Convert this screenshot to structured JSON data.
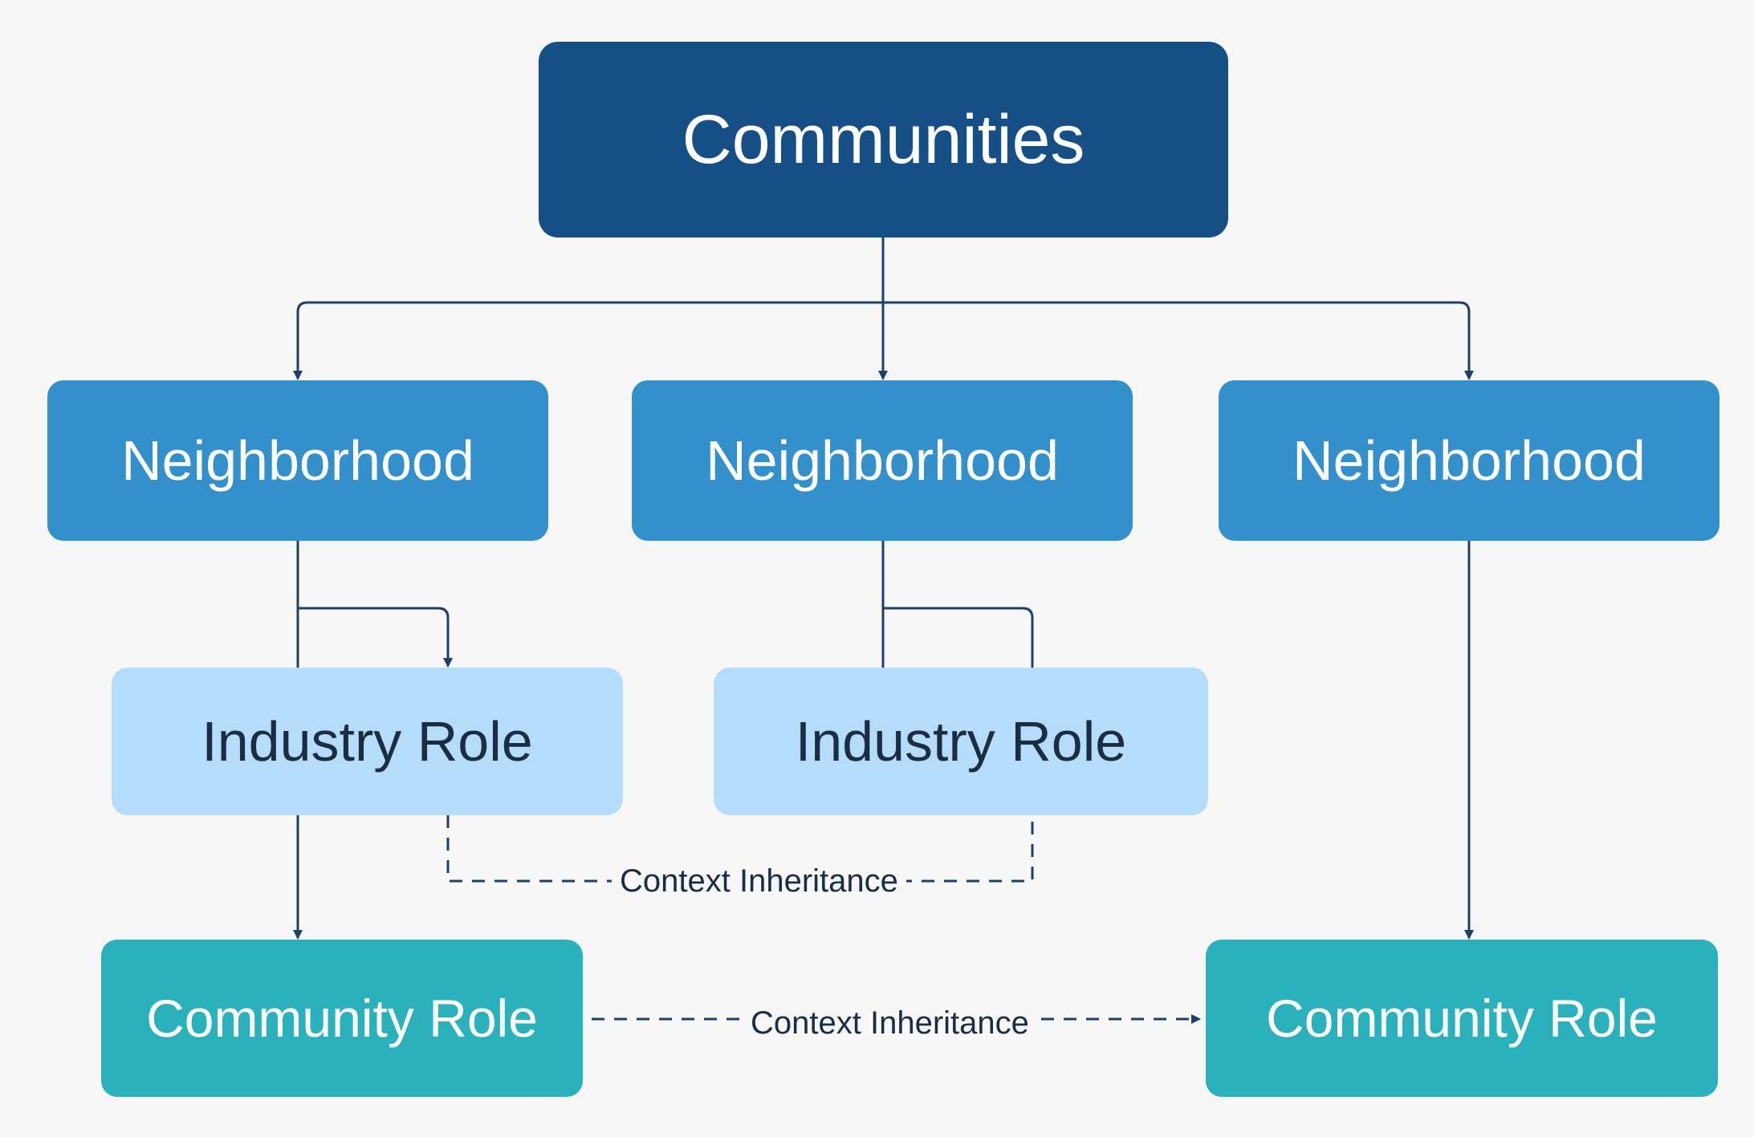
{
  "diagram": {
    "root": {
      "label": "Communities"
    },
    "neighborhoods": [
      {
        "label": "Neighborhood"
      },
      {
        "label": "Neighborhood"
      },
      {
        "label": "Neighborhood"
      }
    ],
    "industry_roles": [
      {
        "label": "Industry Role"
      },
      {
        "label": "Industry Role"
      }
    ],
    "community_roles": [
      {
        "label": "Community Role"
      },
      {
        "label": "Community Role"
      }
    ],
    "edge_labels": {
      "industry_inheritance": "Context Inheritance",
      "community_inheritance": "Context Inheritance"
    }
  },
  "colors": {
    "background": "#f7f7f7",
    "root_fill": "#164f86",
    "neighborhood_fill": "#3390cb",
    "industry_fill": "#b6dcfb",
    "community_fill": "#2bb1bb",
    "connector": "#1f3f6b",
    "dark_text": "#1b2d43",
    "light_text": "#ffffff"
  }
}
